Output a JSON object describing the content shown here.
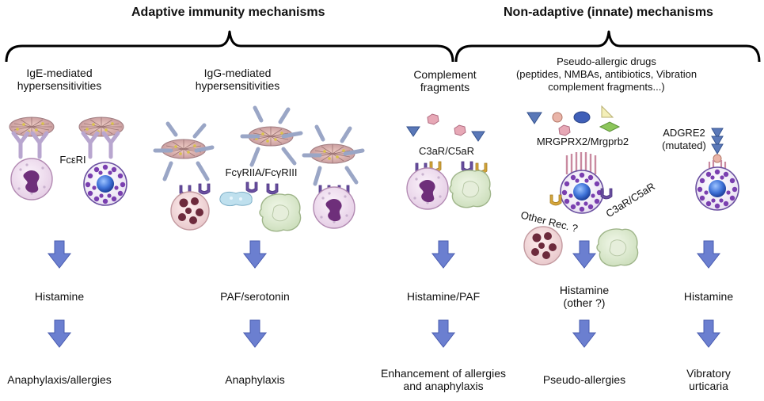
{
  "headers": {
    "adaptive": "Adaptive immunity mechanisms",
    "innate": "Non-adaptive (innate) mechanisms"
  },
  "columns": [
    {
      "title": [
        "IgE-mediated",
        "hypersensitivities"
      ],
      "receptor": "FcεRI",
      "mediator": [
        "Histamine"
      ],
      "outcome": [
        "Anaphylaxis/allergies"
      ]
    },
    {
      "title": [
        "IgG-mediated",
        "hypersensitivities"
      ],
      "receptor": "FcγRIIA/FcγRIII",
      "mediator": [
        "PAF/serotonin"
      ],
      "outcome": [
        "Anaphylaxis"
      ]
    },
    {
      "title": [
        "Complement",
        "fragments"
      ],
      "receptor": "C3aR/C5aR",
      "mediator": [
        "Histamine/PAF"
      ],
      "outcome": [
        "Enhancement of allergies",
        "and anaphylaxis"
      ]
    },
    {
      "title": [
        "Pseudo-allergic drugs",
        "(peptides, NMBAs, antibiotics, Vibration",
        "complement fragments...)"
      ],
      "receptor": "MRGPRX2/Mrgprb2",
      "other_receptor": "Other Rec. ?",
      "receptor2": "C3aR/C5aR",
      "mediator": [
        "Histamine",
        "(other ?)"
      ],
      "outcome": [
        "Pseudo-allergies"
      ]
    },
    {
      "title": [],
      "receptor": [
        "ADGRE2",
        "(mutated)"
      ],
      "mediator": [
        "Histamine"
      ],
      "outcome": [
        "Vibratory",
        "urticaria"
      ]
    }
  ],
  "colors": {
    "arrow": "#6b7fd0",
    "arrow_edge": "#4a5cb0",
    "mast_cell_granule": "#7a3fb0",
    "nucleus": "#3f73d8",
    "basophil": "#e8d5e8",
    "neutrophil": "#f0d8d8",
    "macrophage": "#dce8cf",
    "antibody": "#9aa6c6",
    "ige": "#b8a6cf"
  }
}
